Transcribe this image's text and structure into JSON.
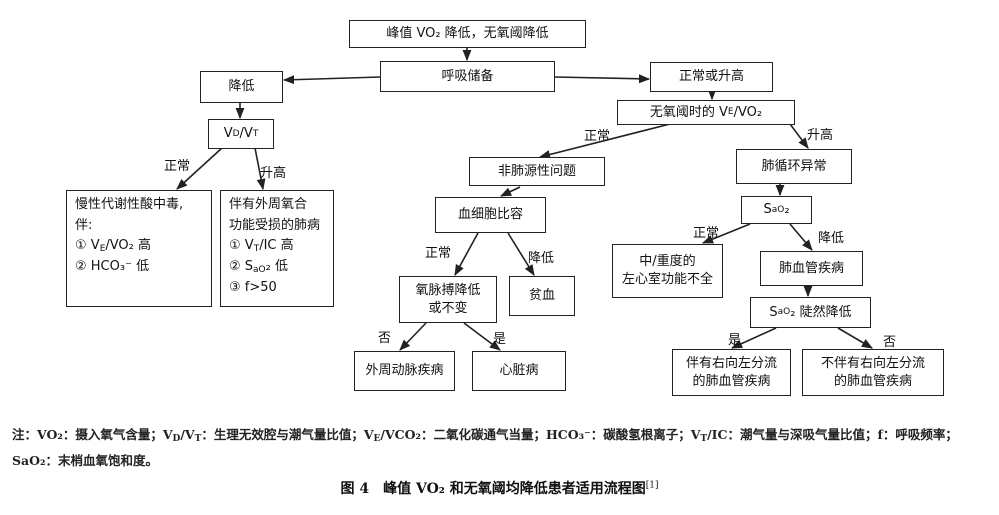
{
  "nodes": {
    "peak": "峰值 VO₂ 降低，无氧阈降低",
    "reserve": "呼吸储备",
    "decreased": "降低",
    "normal_or_increased": "正常或升高",
    "vd_vt": "V_D/V_T",
    "at_ve_vo2": "无氧阈时的 V_E/VO₂",
    "metabolic_acidosis": [
      "慢性代谢性酸中毒,",
      "伴:",
      "① V_E/VO₂ 高",
      "② HCO₃⁻ 低"
    ],
    "lung_disease": [
      "伴有外周氧合",
      "功能受损的肺病",
      "① V_T/IC 高",
      "② S_aO₂ 低",
      "③ f>50"
    ],
    "non_pulmonary": "非肺源性问题",
    "pulm_circ": "肺循环异常",
    "hematocrit": "血细胞比容",
    "sao2": "S_aO₂",
    "o2_pulse": [
      "氧脉搏降低",
      "或不变"
    ],
    "anemia": "贫血",
    "lv_dysfunction": [
      "中/重度的",
      "左心室功能不全"
    ],
    "pulm_vasc": "肺血管疾病",
    "sao2_drop": "S_aO₂ 陡然降低",
    "pad": "外周动脉疾病",
    "heart": "心脏病",
    "with_shunt": [
      "伴有右向左分流",
      "的肺血管疾病"
    ],
    "without_shunt": [
      "不伴有右向左分流",
      "的肺血管疾病"
    ]
  },
  "edge_labels": {
    "normal": "正常",
    "increased": "升高",
    "decreased": "降低",
    "no": "否",
    "yes": "是"
  },
  "note": "注：VO₂：摄入氧气含量；V_D/V_T：生理无效腔与潮气量比值；V_E/VCO₂：二氧化碳通气当量；HCO₃⁻：碳酸氢根离子；V_T/IC：潮气量与深吸气量比值；f：呼吸频率；SaO₂：末梢血氧饱和度。",
  "caption": {
    "text": "图 4　峰值 VO₂ 和无氧阈均降低患者适用流程图",
    "ref": "[1]"
  }
}
